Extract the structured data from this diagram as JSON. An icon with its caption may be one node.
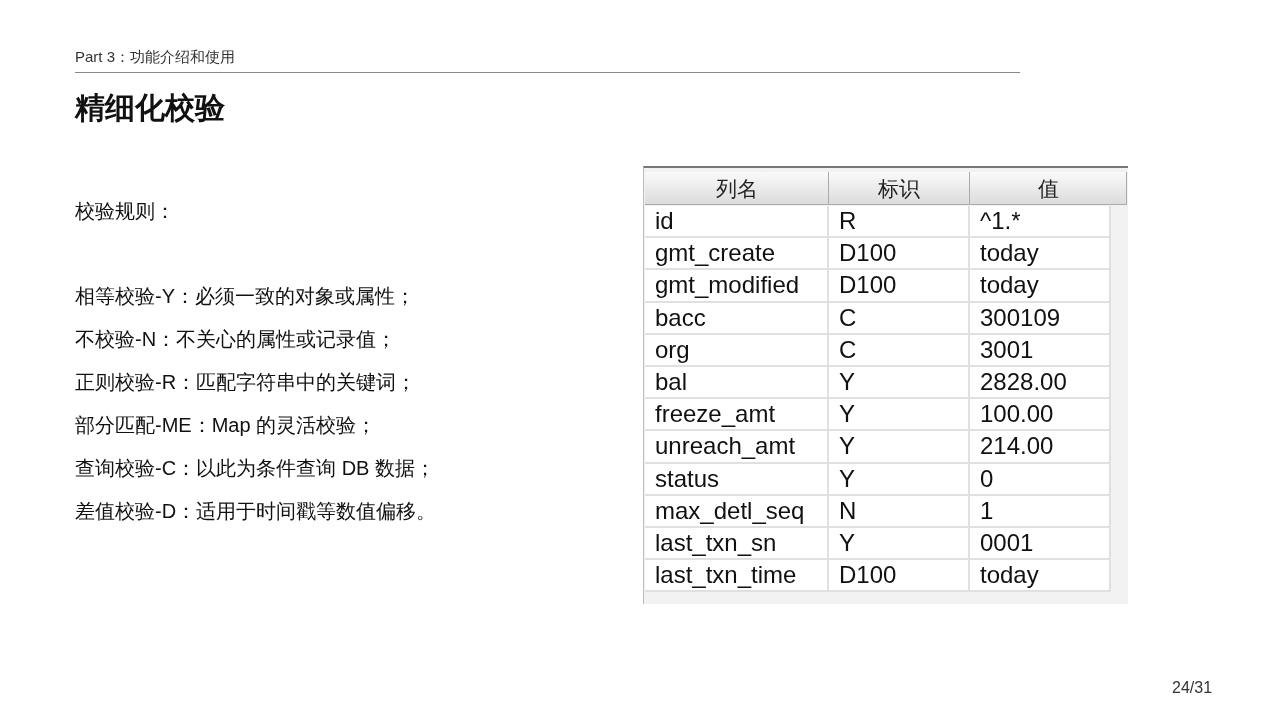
{
  "diagram": {
    "title": "精细化校验",
    "labels": [
      "Part 3：功能介绍和使用",
      "校验规则：",
      "相等校验-Y：必须一致的对象或属性；",
      "不校验-N：不关心的属性或记录值；",
      "正则校验-R：匹配字符串中的关键词；",
      "部分匹配-ME：Map 的灵活校验；",
      "查询校验-C：以此为条件查询 DB 数据；",
      "差值校验-D：适用于时间戳等数值偏移。",
      "列名",
      "标识",
      "值",
      "id",
      "R",
      "^1.*",
      "gmt_create",
      "D100",
      "today",
      "gmt_modified",
      "D100",
      "today",
      "bacc",
      "C",
      "300109",
      "org",
      "C",
      "3001",
      "bal",
      "Y",
      "2828.00",
      "freeze_amt",
      "Y",
      "100.00",
      "unreach_amt",
      "Y",
      "214.00",
      "status",
      "Y",
      "0",
      "max_detl_seq",
      "N",
      "1",
      "last_txn_sn",
      "Y",
      "0001",
      "last_txn_time",
      "D100",
      "today",
      "24/31"
    ]
  }
}
